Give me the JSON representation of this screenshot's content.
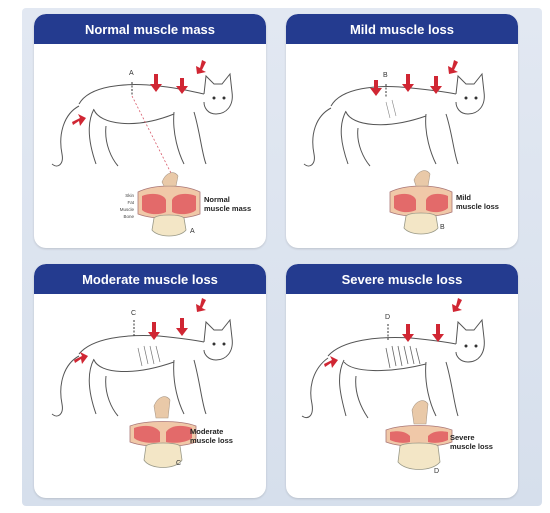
{
  "panels": [
    {
      "title": "Normal muscle mass",
      "marker": "A",
      "caption": "Normal\nmuscle mass",
      "letter": "A"
    },
    {
      "title": "Mild muscle loss",
      "marker": "B",
      "caption": "Mild\nmuscle loss",
      "letter": "B"
    },
    {
      "title": "Moderate muscle loss",
      "marker": "C",
      "caption": "Moderate\nmuscle loss",
      "letter": "C"
    },
    {
      "title": "Severe muscle loss",
      "marker": "D",
      "caption": "Severe\nmuscle loss",
      "letter": "D"
    }
  ],
  "layers": {
    "skin": "Skin",
    "fat": "Fat",
    "muscle": "Muscle",
    "bone": "Bone"
  },
  "colors": {
    "header": "#243b8f",
    "arrow": "#d02633",
    "muscle": "#e36a6a",
    "bone": "#f3e6c6"
  },
  "icons": {
    "arrow": "red-arrow-icon",
    "hand": "palpating-hand-icon"
  }
}
